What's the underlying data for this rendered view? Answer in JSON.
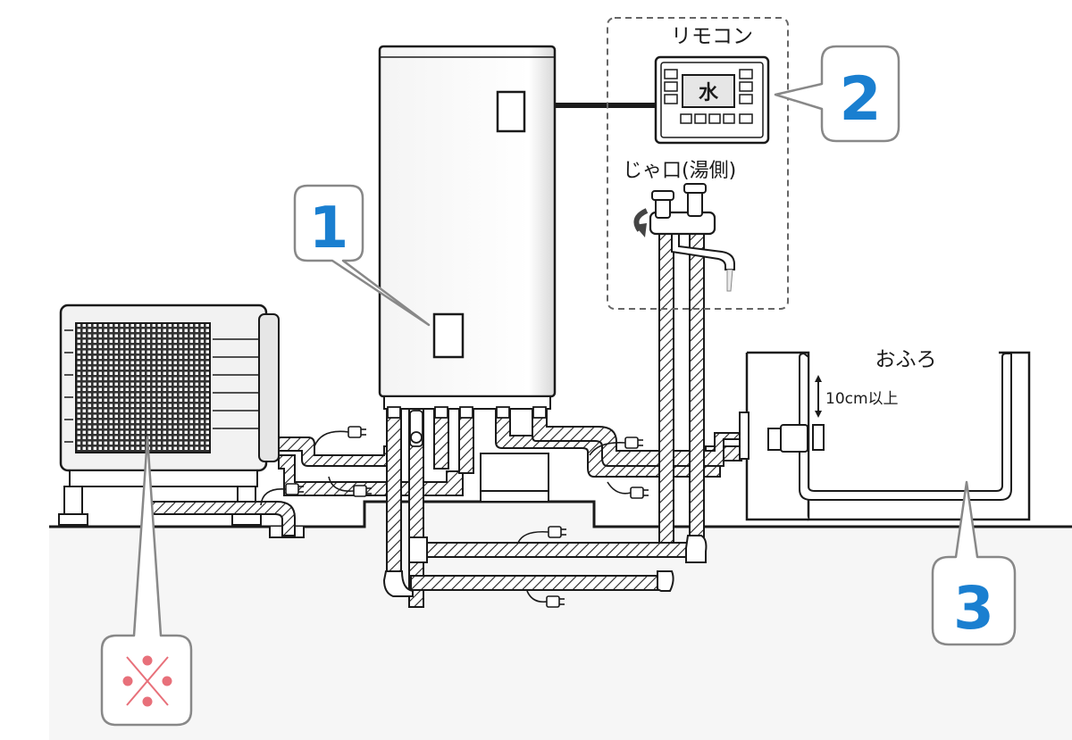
{
  "labels": {
    "remote": "リモコン",
    "remote_display": "水",
    "faucet": "じゃ口(湯側)",
    "bath": "おふろ",
    "bath_height": "10cm以上"
  },
  "callouts": {
    "c1": "1",
    "c2": "2",
    "c3": "3"
  },
  "icons": {
    "warning_symbol": "prohibition-dots-icon"
  },
  "colors": {
    "callout_number": "#1a7fd0",
    "warning_mark": "#e8707a",
    "line": "#1a1a1a",
    "pipe_fill": "#ffffff",
    "ground": "#e8e8e8"
  }
}
